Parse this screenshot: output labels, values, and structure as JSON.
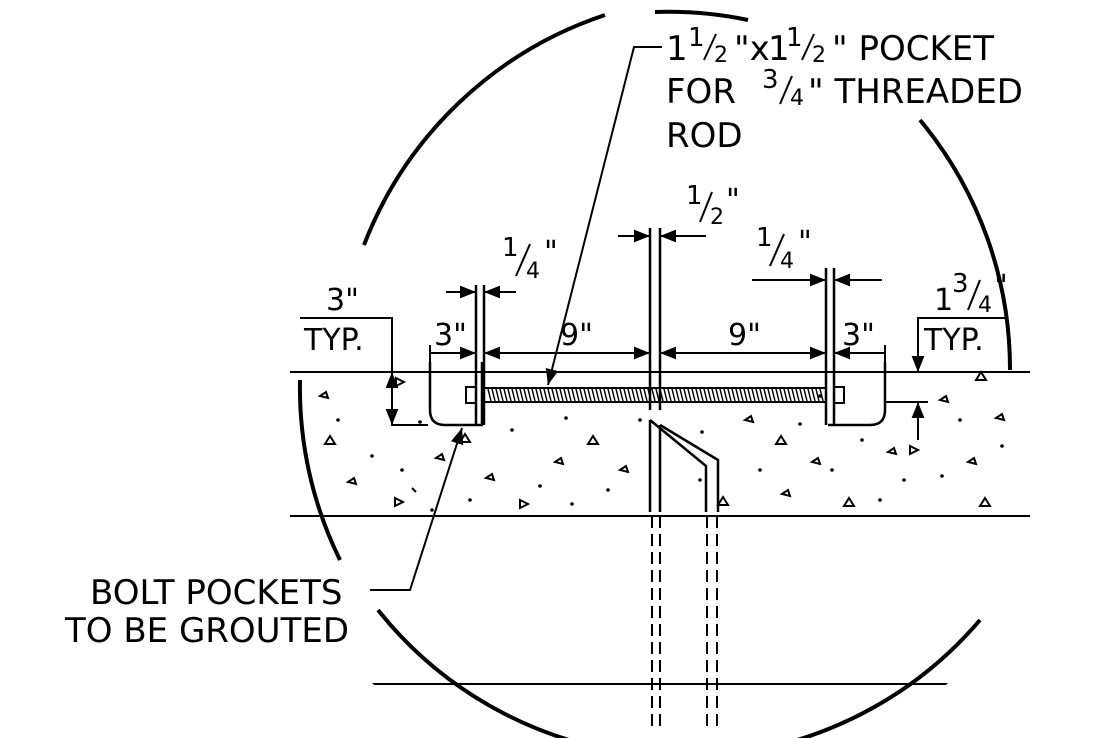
{
  "detail": {
    "pocket_note": {
      "line1": "1½\"×1½\" POCKET",
      "line1_a_whole": "1",
      "line1_a_num": "1",
      "line1_a_den": "2",
      "line1_x": "\"x",
      "line1_b_whole": "1",
      "line1_b_num": "1",
      "line1_b_den": "2",
      "line1_rest": "\" POCKET",
      "line2_for": "FOR",
      "line2_num": "3",
      "line2_den": "4",
      "line2_rest": "\" THREADED",
      "line3": "ROD"
    },
    "bolt_note": {
      "line1": "BOLT POCKETS",
      "line2": "TO BE GROUTED"
    },
    "dimensions": {
      "center_gap_num": "1",
      "center_gap_den": "2",
      "center_gap_unit": "\"",
      "left_plate_num": "1",
      "left_plate_den": "4",
      "left_plate_unit": "\"",
      "right_plate_num": "1",
      "right_plate_den": "4",
      "right_plate_unit": "\"",
      "left_edge": "3\"",
      "left_span": "9\"",
      "right_span": "9\"",
      "right_edge": "3\"",
      "left_typ_value": "3\"",
      "left_typ_label": "TYP.",
      "right_typ_whole": "1",
      "right_typ_num": "3",
      "right_typ_den": "4",
      "right_typ_unit": "\"",
      "right_typ_label": "TYP."
    }
  }
}
